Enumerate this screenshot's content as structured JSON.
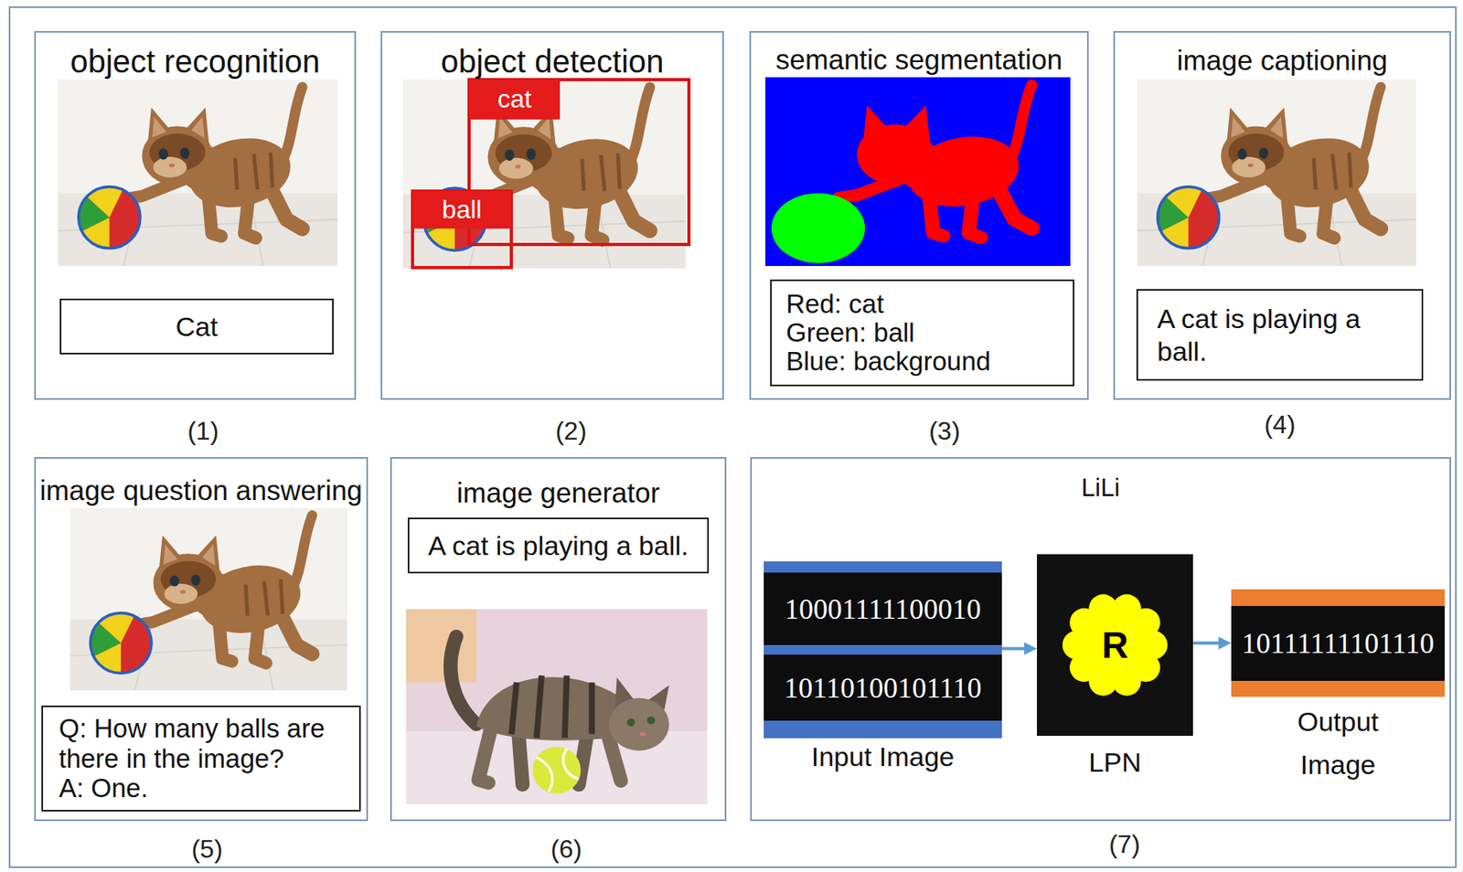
{
  "diagram": {
    "nodes": [
      {
        "text": [
          "object recognition"
        ]
      },
      {
        "text": [
          "Cat"
        ],
        "in": 0
      },
      {
        "text": [
          "object detection"
        ]
      },
      {
        "text": [
          "cat"
        ],
        "in": 2
      },
      {
        "text": [
          "ball"
        ],
        "in": 2
      },
      {
        "text": [
          "semantic segmentation"
        ]
      },
      {
        "text": [
          "Red: cat",
          "Green: ball",
          "Blue: background"
        ],
        "in": 5
      },
      {
        "text": [
          "image captioning"
        ]
      },
      {
        "text": [
          "A cat is playing a ball."
        ],
        "in": 7
      },
      {
        "text": [
          "image question answering"
        ]
      },
      {
        "text": [
          "Q: How many balls are there in the image?",
          "A: One."
        ],
        "in": 9
      },
      {
        "text": [
          "image generator"
        ]
      },
      {
        "text": [
          "A cat is playing a ball."
        ],
        "in": 11
      },
      {
        "text": [
          "LiLi"
        ]
      },
      {
        "text": [
          "10001111100010",
          "10110100101110",
          "Input Image"
        ],
        "in": 13
      },
      {
        "text": [
          "R",
          "LPN"
        ],
        "in": 13
      },
      {
        "text": [
          "10111111101110",
          "Output Image"
        ],
        "in": 13
      }
    ],
    "edges": [
      {
        "from": 14,
        "to": 15,
        "arrow": "to"
      },
      {
        "from": 15,
        "to": 16,
        "arrow": "to"
      }
    ],
    "labels": [
      "(1)",
      "(2)",
      "(3)",
      "(4)",
      "(5)",
      "(6)",
      "(7)"
    ]
  }
}
